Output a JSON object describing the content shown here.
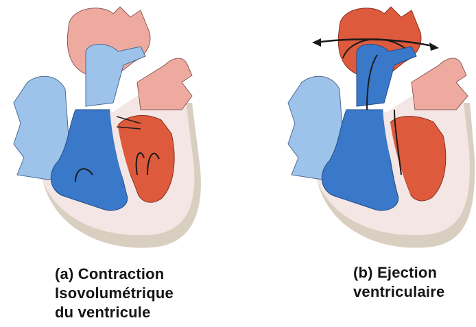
{
  "colors": {
    "deoxygenated_blue": "#3a78c9",
    "light_blue": "#9ec3ea",
    "oxygenated_red": "#dd5a3c",
    "light_red": "#efaaa0",
    "pericardium_tan": "#d9cfc0",
    "myocardium_pink": "#f3e6e4"
  },
  "panels": [
    {
      "label_line1": "(a) Contraction",
      "label_line2": "Isovolumétrique",
      "label_line3": "du ventricule"
    },
    {
      "label_line1": "(b) Ejection",
      "label_line2": "ventriculaire"
    }
  ]
}
